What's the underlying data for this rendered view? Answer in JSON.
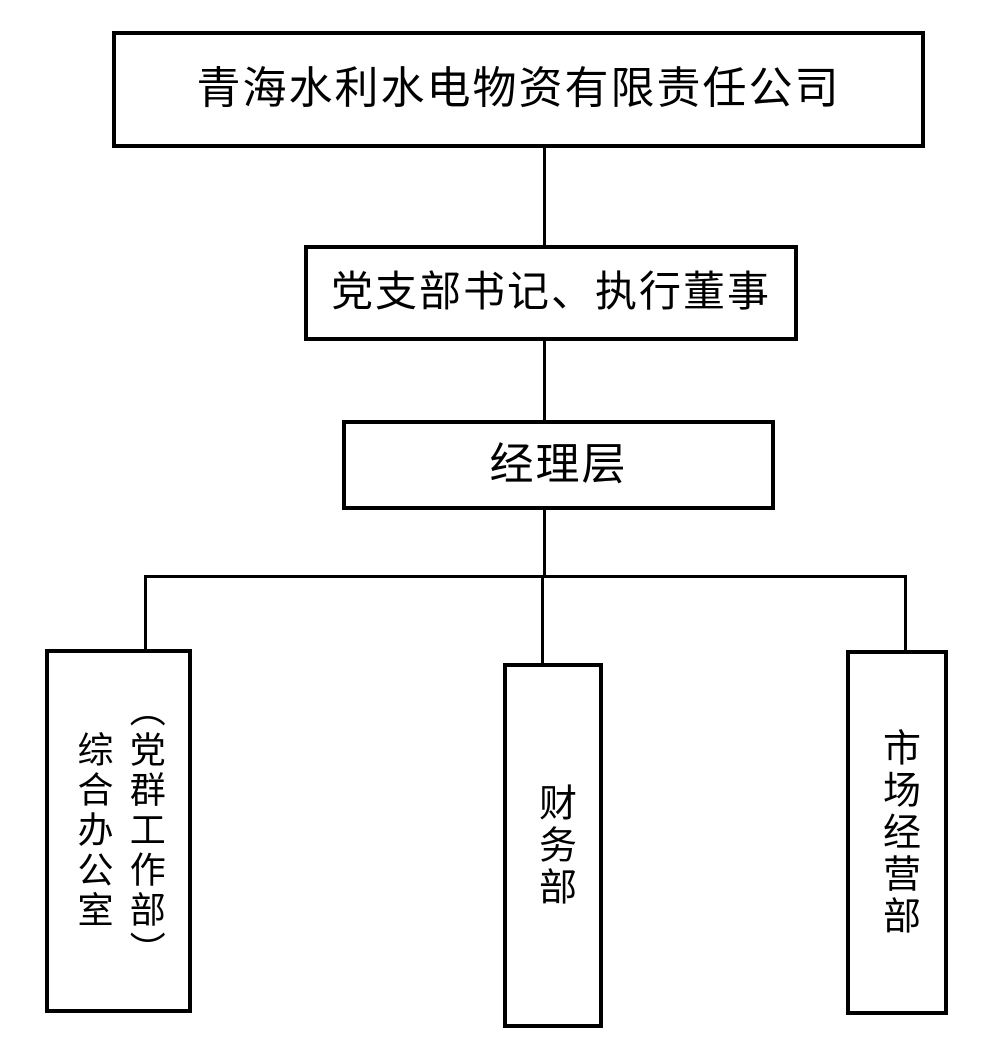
{
  "diagram": {
    "type": "org-chart",
    "colors": {
      "line": "#000000",
      "background": "#ffffff",
      "text": "#000000"
    },
    "nodes": {
      "company": {
        "label": "青海水利水电物资有限责任公司"
      },
      "secretary_director": {
        "label": "党支部书记、执行董事"
      },
      "management": {
        "label": "经理层"
      },
      "general_office": {
        "line1": "（党群工作部）",
        "line2": "综合办公室"
      },
      "finance": {
        "label": "财务部"
      },
      "market": {
        "label": "市场经营部"
      }
    },
    "edges": [
      {
        "from": "company",
        "to": "secretary_director"
      },
      {
        "from": "secretary_director",
        "to": "management"
      },
      {
        "from": "management",
        "to": "general_office"
      },
      {
        "from": "management",
        "to": "finance"
      },
      {
        "from": "management",
        "to": "market"
      }
    ]
  }
}
